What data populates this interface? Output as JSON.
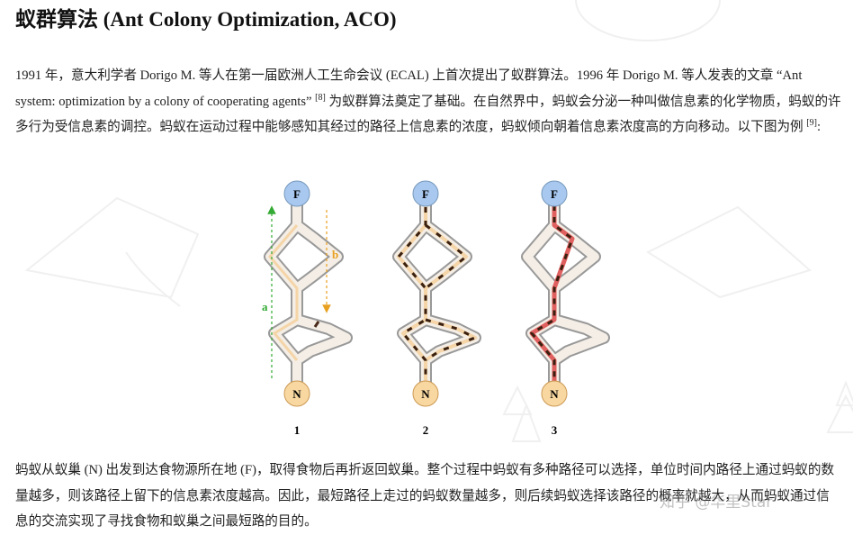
{
  "title": "蚁群算法 (Ant Colony Optimization, ACO)",
  "paragraph1": {
    "part1": "1991 年，意大利学者 Dorigo M. 等人在第一届欧洲人工生命会议 (ECAL) 上首次提出了蚁群算法。1996 年 Dorigo M. 等人发表的文章 “Ant system: optimization by a colony of cooperating agents” ",
    "cite1": "[8]",
    "part2": " 为蚁群算法奠定了基础。在自然界中，蚂蚁会分泌一种叫做信息素的化学物质，蚂蚁的许多行为受信息素的调控。蚂蚁在运动过程中能够感知其经过的路径上信息素的浓度，蚂蚁倾向朝着信息素浓度高的方向移动。以下图为例 ",
    "cite2": "[9]",
    "part3": ":"
  },
  "figure": {
    "food_label": "F",
    "nest_label": "N",
    "path_a_label": "a",
    "path_b_label": "b",
    "panel_labels": [
      "1",
      "2",
      "3"
    ]
  },
  "paragraph2": "蚂蚁从蚁巢 (N) 出发到达食物源所在地 (F)，取得食物后再折返回蚁巢。整个过程中蚂蚁有多种路径可以选择，单位时间内路径上通过蚂蚁的数量越多，则该路径上留下的信息素浓度越高。因此，最短路径上走过的蚂蚁数量越多，则后续蚂蚁选择该路径的概率就越大，从而蚂蚁通过信息的交流实现了寻找食物和蚁巢之间最短路的目的。",
  "watermark": "知乎 @华里Star",
  "colors": {
    "node_food": "#a8c8f0",
    "node_nest": "#f8d8a0",
    "path_fill": "#f4eee6",
    "pheromone_light": "#f5d5a8",
    "pheromone_strong": "#e06060",
    "arrow_a": "#33aa33",
    "arrow_b": "#e8a020"
  }
}
